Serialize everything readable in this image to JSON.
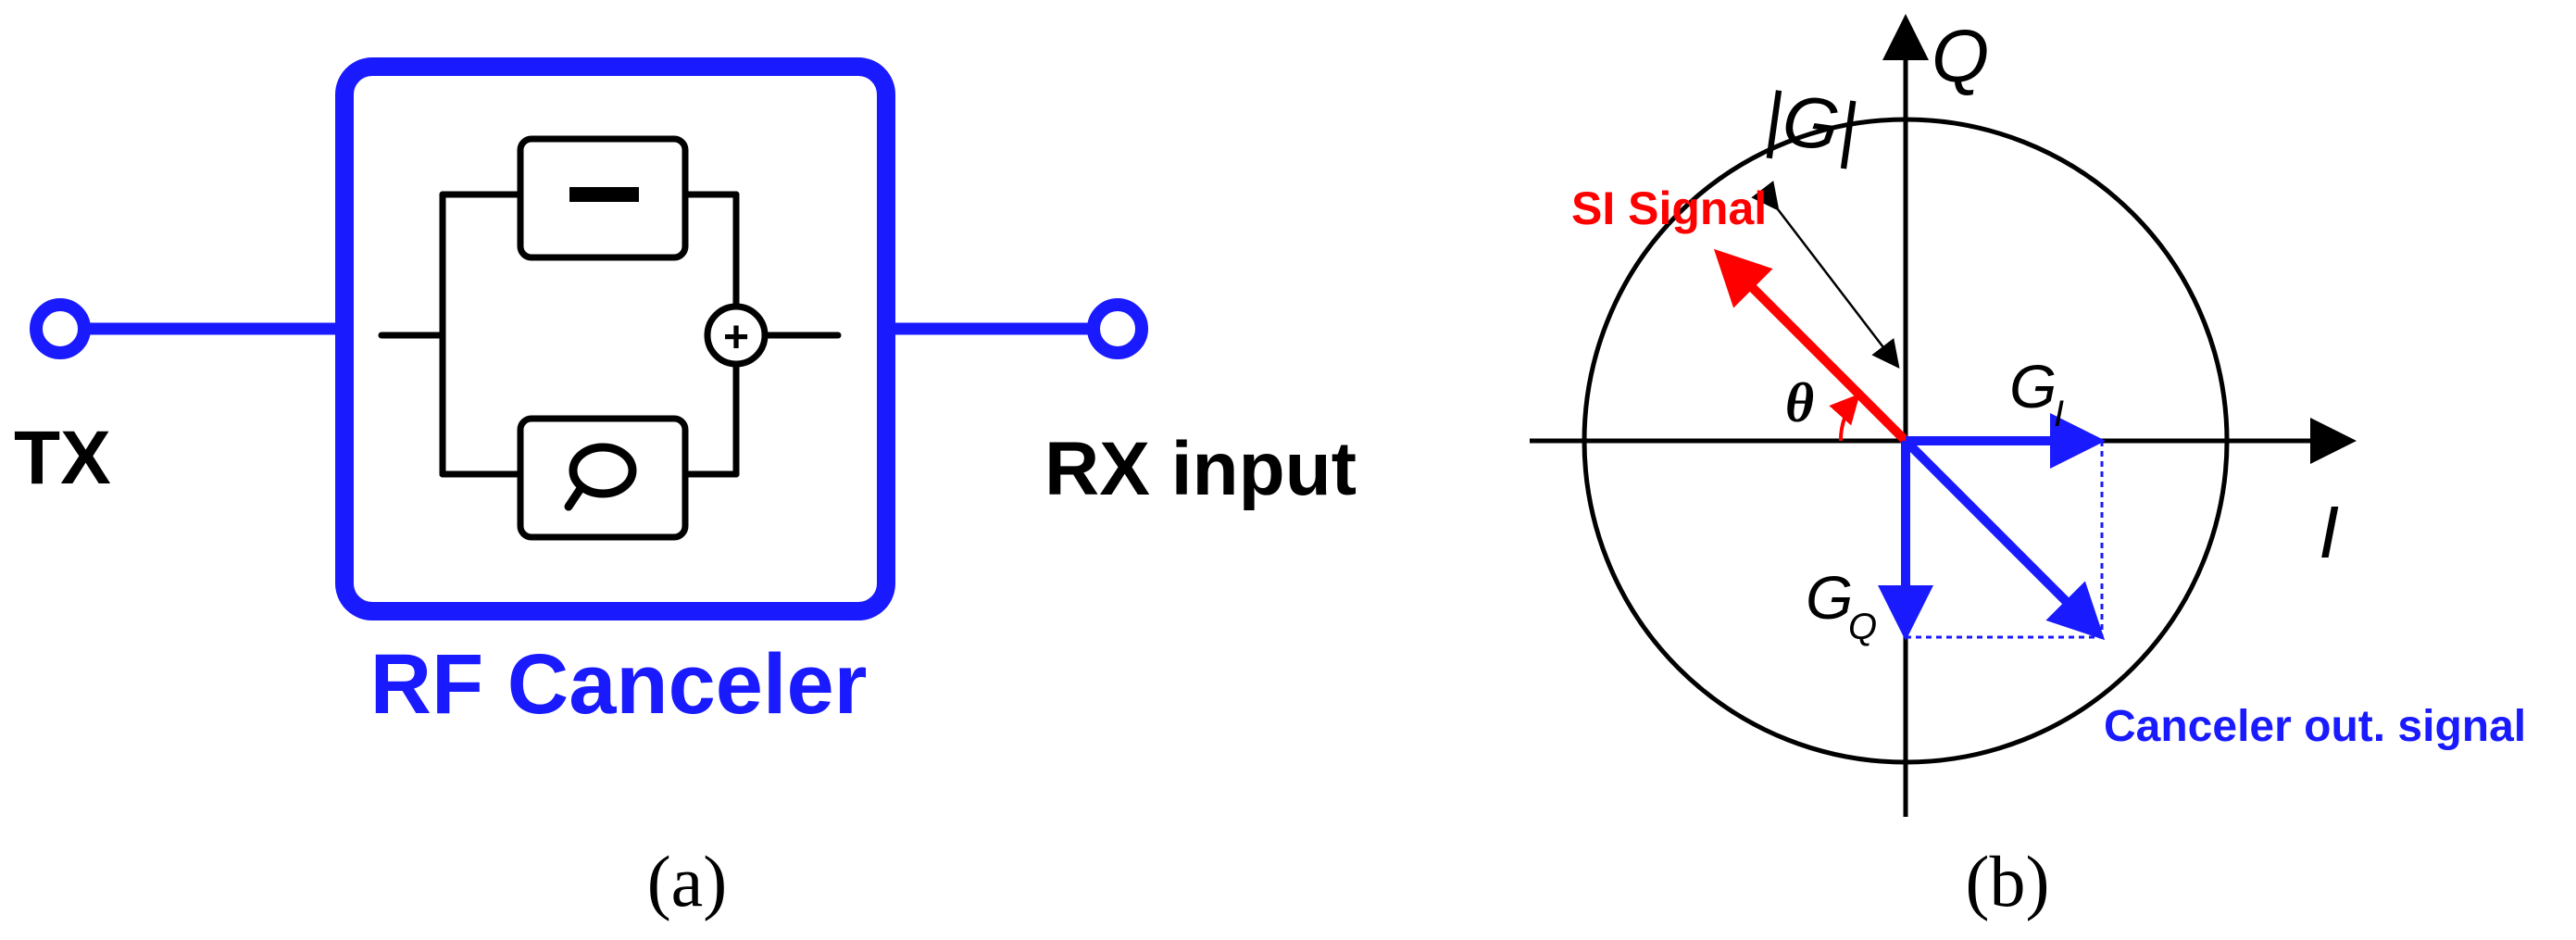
{
  "panel_a": {
    "tx_label": "TX",
    "rx_label": "RX input",
    "canceler_label": "RF Canceler",
    "caption": "(a)",
    "adder_symbol": "+",
    "colors": {
      "wire": "#1a1aff",
      "block": "#1a1aff",
      "inner": "#000000",
      "canceler_text": "#1a1aff",
      "terminal_text": "#000000"
    }
  },
  "panel_b": {
    "q_axis_label": "Q",
    "i_axis_label": "I",
    "si_signal_label": "SI Signal",
    "gain_magnitude_label": "|G|",
    "theta_label": "θ",
    "gi_label_main": "G",
    "gi_label_sub": "I",
    "gq_label_main": "G",
    "gq_label_sub": "Q",
    "canceler_out_label": "Canceler out. signal",
    "caption": "(b)",
    "colors": {
      "si_signal": "#ff0000",
      "canceler": "#1a1aff",
      "axes": "#000000"
    }
  }
}
